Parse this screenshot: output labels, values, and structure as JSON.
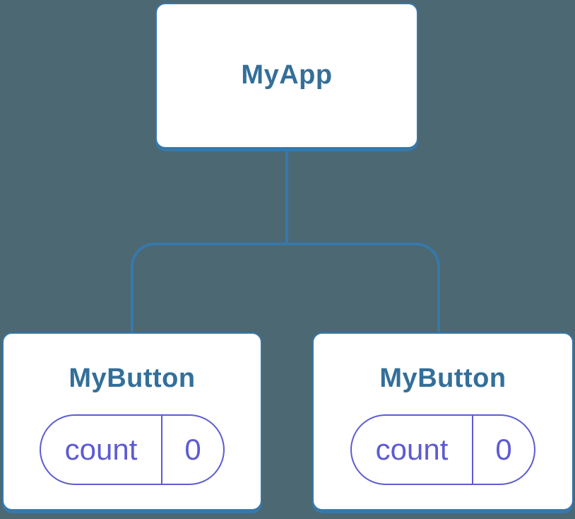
{
  "diagram": {
    "type": "component-tree",
    "root": {
      "label": "MyApp"
    },
    "children": [
      {
        "label": "MyButton",
        "state": {
          "key": "count",
          "value": "0"
        }
      },
      {
        "label": "MyButton",
        "state": {
          "key": "count",
          "value": "0"
        }
      }
    ],
    "colors": {
      "background": "#4c6873",
      "node_fill": "#ffffff",
      "node_border": "#3878a9",
      "connector": "#3878a9",
      "node_label_text": "#336f99",
      "state_accent": "#5d5bd3"
    }
  }
}
